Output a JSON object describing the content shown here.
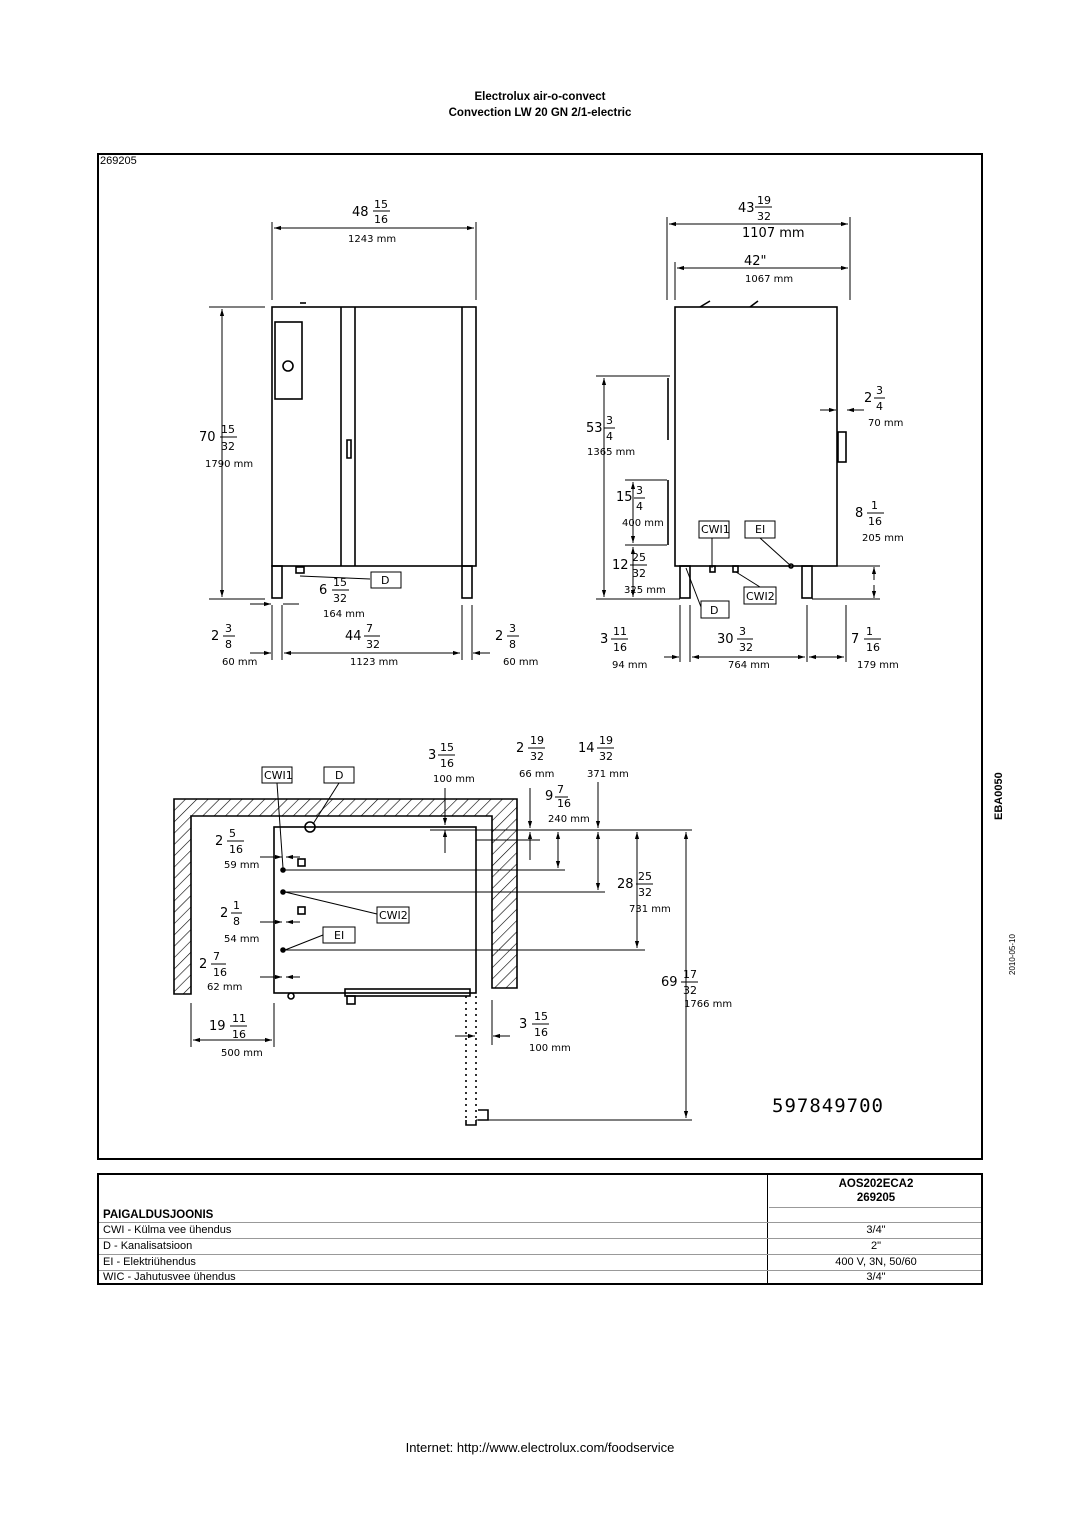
{
  "header": {
    "line1": "Electrolux air-o-convect",
    "line2": "Convection LW 20 GN 2/1-electric"
  },
  "drawing": {
    "doc_id": "269205",
    "part_number": "597849700",
    "drawing_code": "EBA0050",
    "date": "2010-05-10",
    "front_view": {
      "width_top": {
        "whole": "48",
        "num": "15",
        "den": "16",
        "mm": "1243 mm"
      },
      "height": {
        "whole": "70",
        "num": "15",
        "den": "32",
        "mm": "1790 mm"
      },
      "drain_offset": {
        "whole": "6",
        "num": "15",
        "den": "32",
        "mm": "164 mm"
      },
      "left_leg": {
        "whole": "2",
        "num": "3",
        "den": "8",
        "mm": "60 mm"
      },
      "leg_span": {
        "whole": "44",
        "num": "7",
        "den": "32",
        "mm": "1123 mm"
      },
      "right_leg": {
        "whole": "2",
        "num": "3",
        "den": "8",
        "mm": "60 mm"
      },
      "label_d": "D"
    },
    "side_view": {
      "width_top": {
        "whole": "43",
        "num": "19",
        "den": "32",
        "mm": "1107 mm"
      },
      "width_body": {
        "whole": "42\"",
        "mm": "1067 mm"
      },
      "height_conn": {
        "whole": "53",
        "num": "3",
        "den": "4",
        "mm": "1365 mm"
      },
      "spacing1": {
        "whole": "15",
        "num": "3",
        "den": "4",
        "mm": "400 mm"
      },
      "spacing2": {
        "whole": "12",
        "num": "25",
        "den": "32",
        "mm": "325 mm"
      },
      "handle": {
        "whole": "2",
        "num": "3",
        "den": "4",
        "mm": "70 mm"
      },
      "right_height": {
        "whole": "8",
        "num": "1",
        "den": "16",
        "mm": "205 mm"
      },
      "left_leg": {
        "whole": "3",
        "num": "11",
        "den": "16",
        "mm": "94 mm"
      },
      "leg_span": {
        "whole": "30",
        "num": "3",
        "den": "32",
        "mm": "764 mm"
      },
      "right_leg": {
        "whole": "7",
        "num": "1",
        "den": "16",
        "mm": "179 mm"
      },
      "label_cwi1": "CWI1",
      "label_ei": "EI",
      "label_cwi2": "CWI2",
      "label_d": "D"
    },
    "top_view": {
      "d1": {
        "whole": "3",
        "num": "15",
        "den": "16",
        "mm": "100 mm"
      },
      "d2": {
        "whole": "2",
        "num": "19",
        "den": "32",
        "mm": "66 mm"
      },
      "d3": {
        "whole": "14",
        "num": "19",
        "den": "32",
        "mm": "371 mm"
      },
      "d4": {
        "whole": "9",
        "num": "7",
        "den": "16",
        "mm": "240 mm"
      },
      "d5": {
        "whole": "2",
        "num": "5",
        "den": "16",
        "mm": "59 mm"
      },
      "d6": {
        "whole": "2",
        "num": "1",
        "den": "8",
        "mm": "54 mm"
      },
      "d7": {
        "whole": "2",
        "num": "7",
        "den": "16",
        "mm": "62 mm"
      },
      "d8": {
        "whole": "28",
        "num": "25",
        "den": "32",
        "mm": "731 mm"
      },
      "d9": {
        "whole": "69",
        "num": "17",
        "den": "32",
        "mm": "1766 mm"
      },
      "d10": {
        "whole": "19",
        "num": "11",
        "den": "16",
        "mm": "500 mm"
      },
      "d11": {
        "whole": "3",
        "num": "15",
        "den": "16",
        "mm": "100 mm"
      },
      "label_cwi1": "CWI1",
      "label_d": "D",
      "label_cwi2": "CWI2",
      "label_ei": "EI"
    }
  },
  "table": {
    "model": "AOS202ECA2",
    "code": "269205",
    "title": "PAIGALDUSJOONIS",
    "rows": [
      {
        "label": "CWI - Külma vee ühendus",
        "value": "3/4\""
      },
      {
        "label": "D - Kanalisatsioon",
        "value": "2\""
      },
      {
        "label": "EI - Elektriühendus",
        "value": "400 V, 3N, 50/60"
      },
      {
        "label": "WIC - Jahutusvee ühendus",
        "value": "3/4\""
      }
    ]
  },
  "footer": {
    "internet": "Internet: http://www.electrolux.com/foodservice"
  }
}
